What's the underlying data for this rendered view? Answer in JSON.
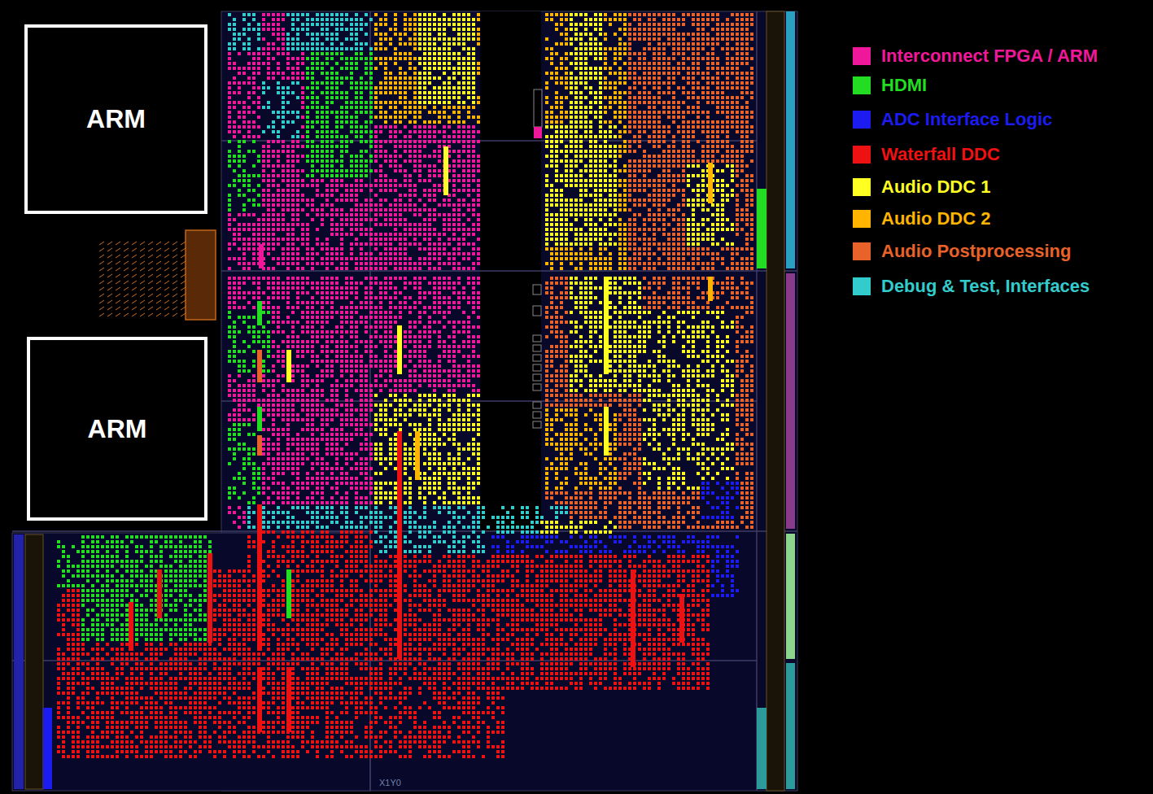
{
  "diagram": {
    "nodes": [
      {
        "text": [
          "ARM"
        ]
      },
      {
        "text": [
          "ARM"
        ]
      }
    ],
    "labels": [
      "X1Y0"
    ],
    "legend": [
      {
        "text": "Interconnect FPGA / ARM",
        "color": "#f0189a"
      },
      {
        "text": "HDMI",
        "color": "#22dd22"
      },
      {
        "text": "ADC Interface Logic",
        "color": "#1c1cf0"
      },
      {
        "text": "Waterfall DDC",
        "color": "#ee1111"
      },
      {
        "text": "Audio DDC 1",
        "color": "#ffff22"
      },
      {
        "text": "Audio DDC 2",
        "color": "#ffb400"
      },
      {
        "text": "Audio Postprocessing",
        "color": "#e8622a"
      },
      {
        "text": "Debug & Test, Interfaces",
        "color": "#33cccc"
      }
    ]
  }
}
